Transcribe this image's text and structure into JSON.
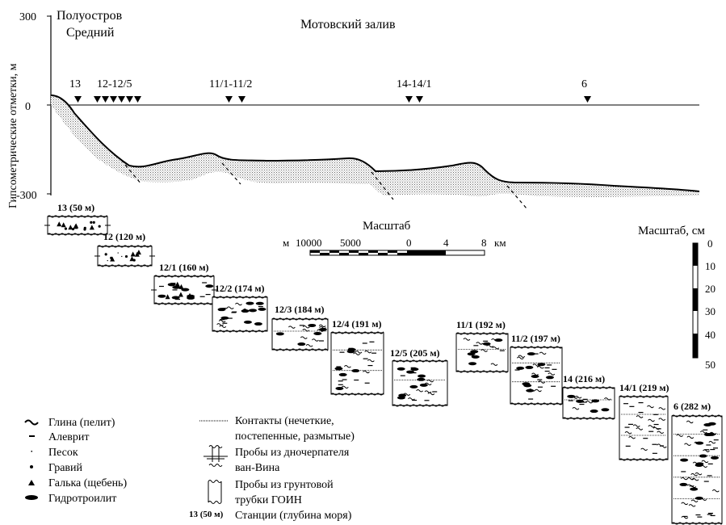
{
  "profile": {
    "ylabel": "Гипсометрические отметки, м",
    "yticks": [
      "300",
      "0",
      "-300"
    ],
    "peninsula": [
      "Полуостров",
      "Средний"
    ],
    "gulf": "Мотовский залив",
    "marker_labels": [
      "13",
      "12-12/5",
      "11/1-11/2",
      "14-14/1",
      "6"
    ]
  },
  "scale_km": {
    "title": "Масштаб",
    "unit_left": "м",
    "ticks": [
      "10000",
      "5000",
      "0",
      "4",
      "8"
    ],
    "unit_right": "км"
  },
  "scale_cm": {
    "title": "Масштаб, см",
    "ticks": [
      "0",
      "10",
      "20",
      "30",
      "40",
      "50"
    ]
  },
  "stations": [
    {
      "label": "13 (50 м)",
      "type": "grab",
      "lithology": [
        "gravel",
        "pebble"
      ]
    },
    {
      "label": "12 (120 м)",
      "type": "grab",
      "lithology": [
        "gravel",
        "pebble",
        "sand"
      ]
    },
    {
      "label": "12/1 (160 м)",
      "type": "grab",
      "lithology": [
        "pebble",
        "silt",
        "hydrotroilite"
      ]
    },
    {
      "label": "12/2 (174 м)",
      "type": "core",
      "lithology": [
        "clay",
        "silt",
        "hydrotroilite"
      ]
    },
    {
      "label": "12/3 (184 м)",
      "type": "core",
      "lithology": [
        "clay",
        "silt",
        "hydrotroilite",
        "contacts"
      ]
    },
    {
      "label": "12/4 (191 м)",
      "type": "core",
      "lithology": [
        "clay",
        "silt",
        "hydrotroilite",
        "contacts"
      ]
    },
    {
      "label": "12/5 (205 м)",
      "type": "core",
      "lithology": [
        "clay",
        "silt",
        "hydrotroilite",
        "contacts"
      ]
    },
    {
      "label": "11/1 (192 м)",
      "type": "core",
      "lithology": [
        "clay",
        "silt",
        "hydrotroilite",
        "contacts"
      ]
    },
    {
      "label": "11/2 (197 м)",
      "type": "core",
      "lithology": [
        "clay",
        "silt",
        "hydrotroilite",
        "contacts"
      ]
    },
    {
      "label": "14 (216 м)",
      "type": "core",
      "lithology": [
        "clay",
        "silt",
        "hydrotroilite",
        "contacts"
      ]
    },
    {
      "label": "14/1 (219 м)",
      "type": "core",
      "lithology": [
        "clay",
        "silt",
        "contacts"
      ]
    },
    {
      "label": "6 (282 м)",
      "type": "core",
      "lithology": [
        "clay",
        "silt",
        "hydrotroilite",
        "contacts"
      ]
    }
  ],
  "legend": {
    "left": [
      {
        "icon": "clay-icon",
        "label": "Глина (пелит)"
      },
      {
        "icon": "silt-icon",
        "label": "Алеврит"
      },
      {
        "icon": "sand-icon",
        "label": "Песок"
      },
      {
        "icon": "gravel-icon",
        "label": "Гравий"
      },
      {
        "icon": "pebble-icon",
        "label": "Галька (щебень)"
      },
      {
        "icon": "hydrotroilite-icon",
        "label": "Гидротроилит"
      }
    ],
    "contacts": [
      "Контакты (нечеткие,",
      "постепенные, размытые)"
    ],
    "grab": [
      "Пробы из дночерпателя",
      "ван-Вина"
    ],
    "core": [
      "Пробы из грунтовой",
      "трубки ГОИН"
    ],
    "station_example": "13 (50 м)",
    "station_text": "Станции (глубина моря)"
  }
}
